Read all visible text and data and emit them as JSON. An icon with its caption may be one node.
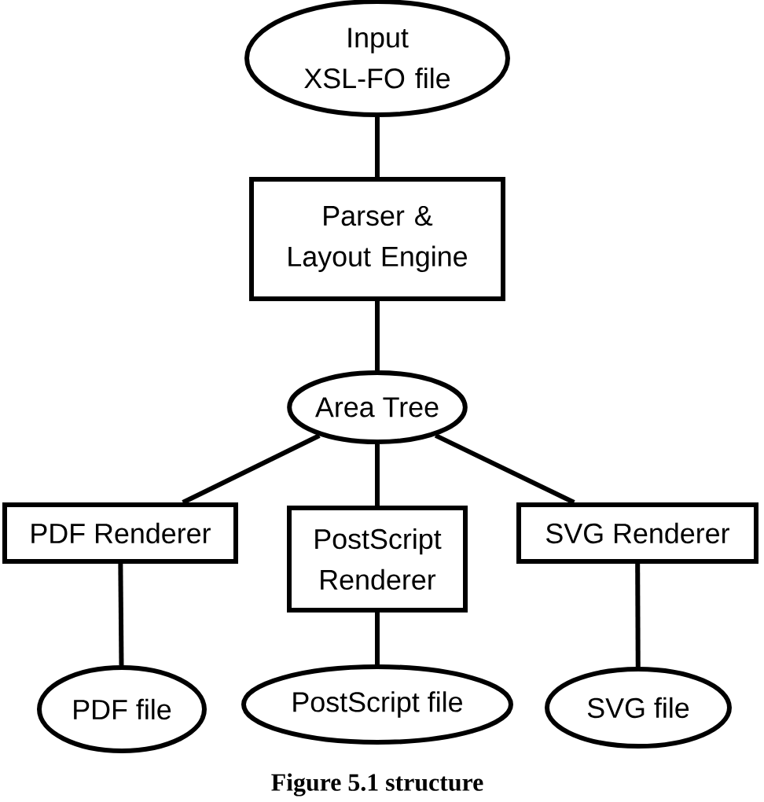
{
  "diagram": {
    "caption": "Figure 5.1 structure",
    "nodes": [
      {
        "text": [
          "Input XSL-FO file"
        ]
      },
      {
        "text": [
          "Parser & Layout Engine"
        ]
      },
      {
        "text": [
          "Area Tree"
        ]
      },
      {
        "text": [
          "PDF Renderer"
        ]
      },
      {
        "text": [
          "PostScript Renderer"
        ]
      },
      {
        "text": [
          "SVG Renderer"
        ]
      },
      {
        "text": [
          "PDF file"
        ]
      },
      {
        "text": [
          "PostScript file"
        ]
      },
      {
        "text": [
          "SVG file"
        ]
      }
    ],
    "edges": [
      {
        "from": 0,
        "to": 1,
        "arrow": "none"
      },
      {
        "from": 1,
        "to": 2,
        "arrow": "none"
      },
      {
        "from": 2,
        "to": 3,
        "arrow": "none"
      },
      {
        "from": 2,
        "to": 4,
        "arrow": "none"
      },
      {
        "from": 2,
        "to": 5,
        "arrow": "none"
      },
      {
        "from": 3,
        "to": 6,
        "arrow": "none"
      },
      {
        "from": 4,
        "to": 7,
        "arrow": "none"
      },
      {
        "from": 5,
        "to": 8,
        "arrow": "none"
      }
    ]
  }
}
